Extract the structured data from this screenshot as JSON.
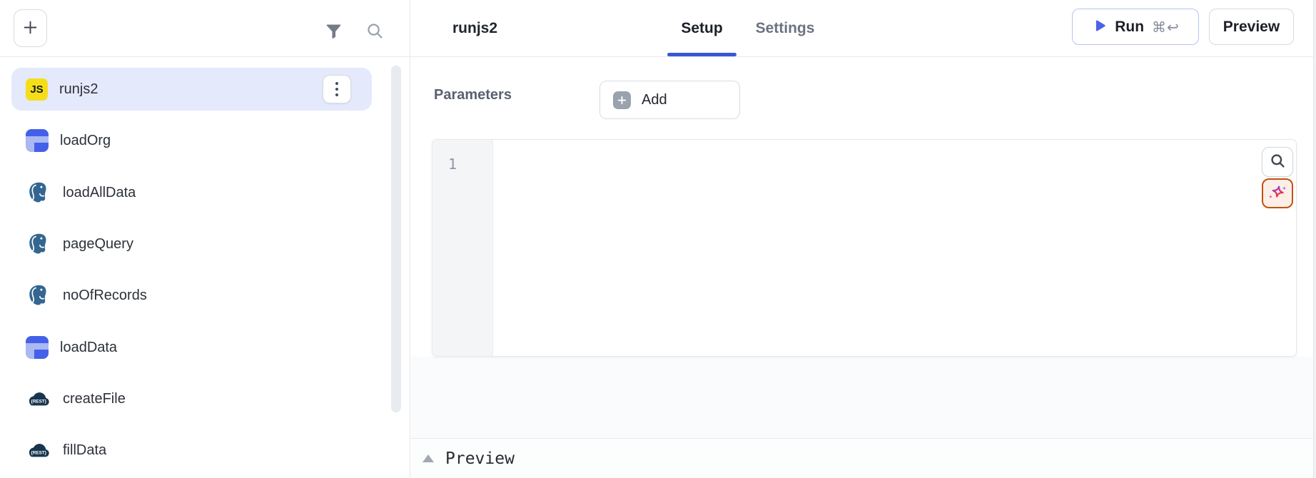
{
  "sidebar": {
    "new_query_button": "+",
    "icon_badges": {
      "js": "JS",
      "rest": "{REST}"
    },
    "items": [
      {
        "label": "runjs2",
        "icon": "js",
        "selected": true,
        "menu": true
      },
      {
        "label": "loadOrg",
        "icon": "resource",
        "selected": false,
        "menu": false
      },
      {
        "label": "loadAllData",
        "icon": "postgres",
        "selected": false,
        "menu": false
      },
      {
        "label": "pageQuery",
        "icon": "postgres",
        "selected": false,
        "menu": false
      },
      {
        "label": "noOfRecords",
        "icon": "postgres",
        "selected": false,
        "menu": false
      },
      {
        "label": "loadData",
        "icon": "resource",
        "selected": false,
        "menu": false
      },
      {
        "label": "createFile",
        "icon": "rest",
        "selected": false,
        "menu": false
      },
      {
        "label": "fillData",
        "icon": "rest",
        "selected": false,
        "menu": false
      }
    ]
  },
  "header": {
    "title": "runjs2",
    "tabs": [
      {
        "label": "Setup",
        "active": true
      },
      {
        "label": "Settings",
        "active": false
      }
    ],
    "run_button": {
      "label": "Run",
      "shortcut": "⌘↩"
    },
    "preview_button": {
      "label": "Preview"
    }
  },
  "setup_panel": {
    "parameters_label": "Parameters",
    "add_button_label": "Add",
    "editor": {
      "line_number": "1",
      "content": ""
    }
  },
  "preview_panel": {
    "label": "Preview"
  },
  "colors": {
    "accent_blue": "#3657d6",
    "selected_row": "#e5e9fc",
    "run_border": "#b7c2f3",
    "ai_border": "#c2520f",
    "postgres_blue": "#336791",
    "js_yellow": "#f5de19",
    "rest_navy": "#17354f"
  }
}
